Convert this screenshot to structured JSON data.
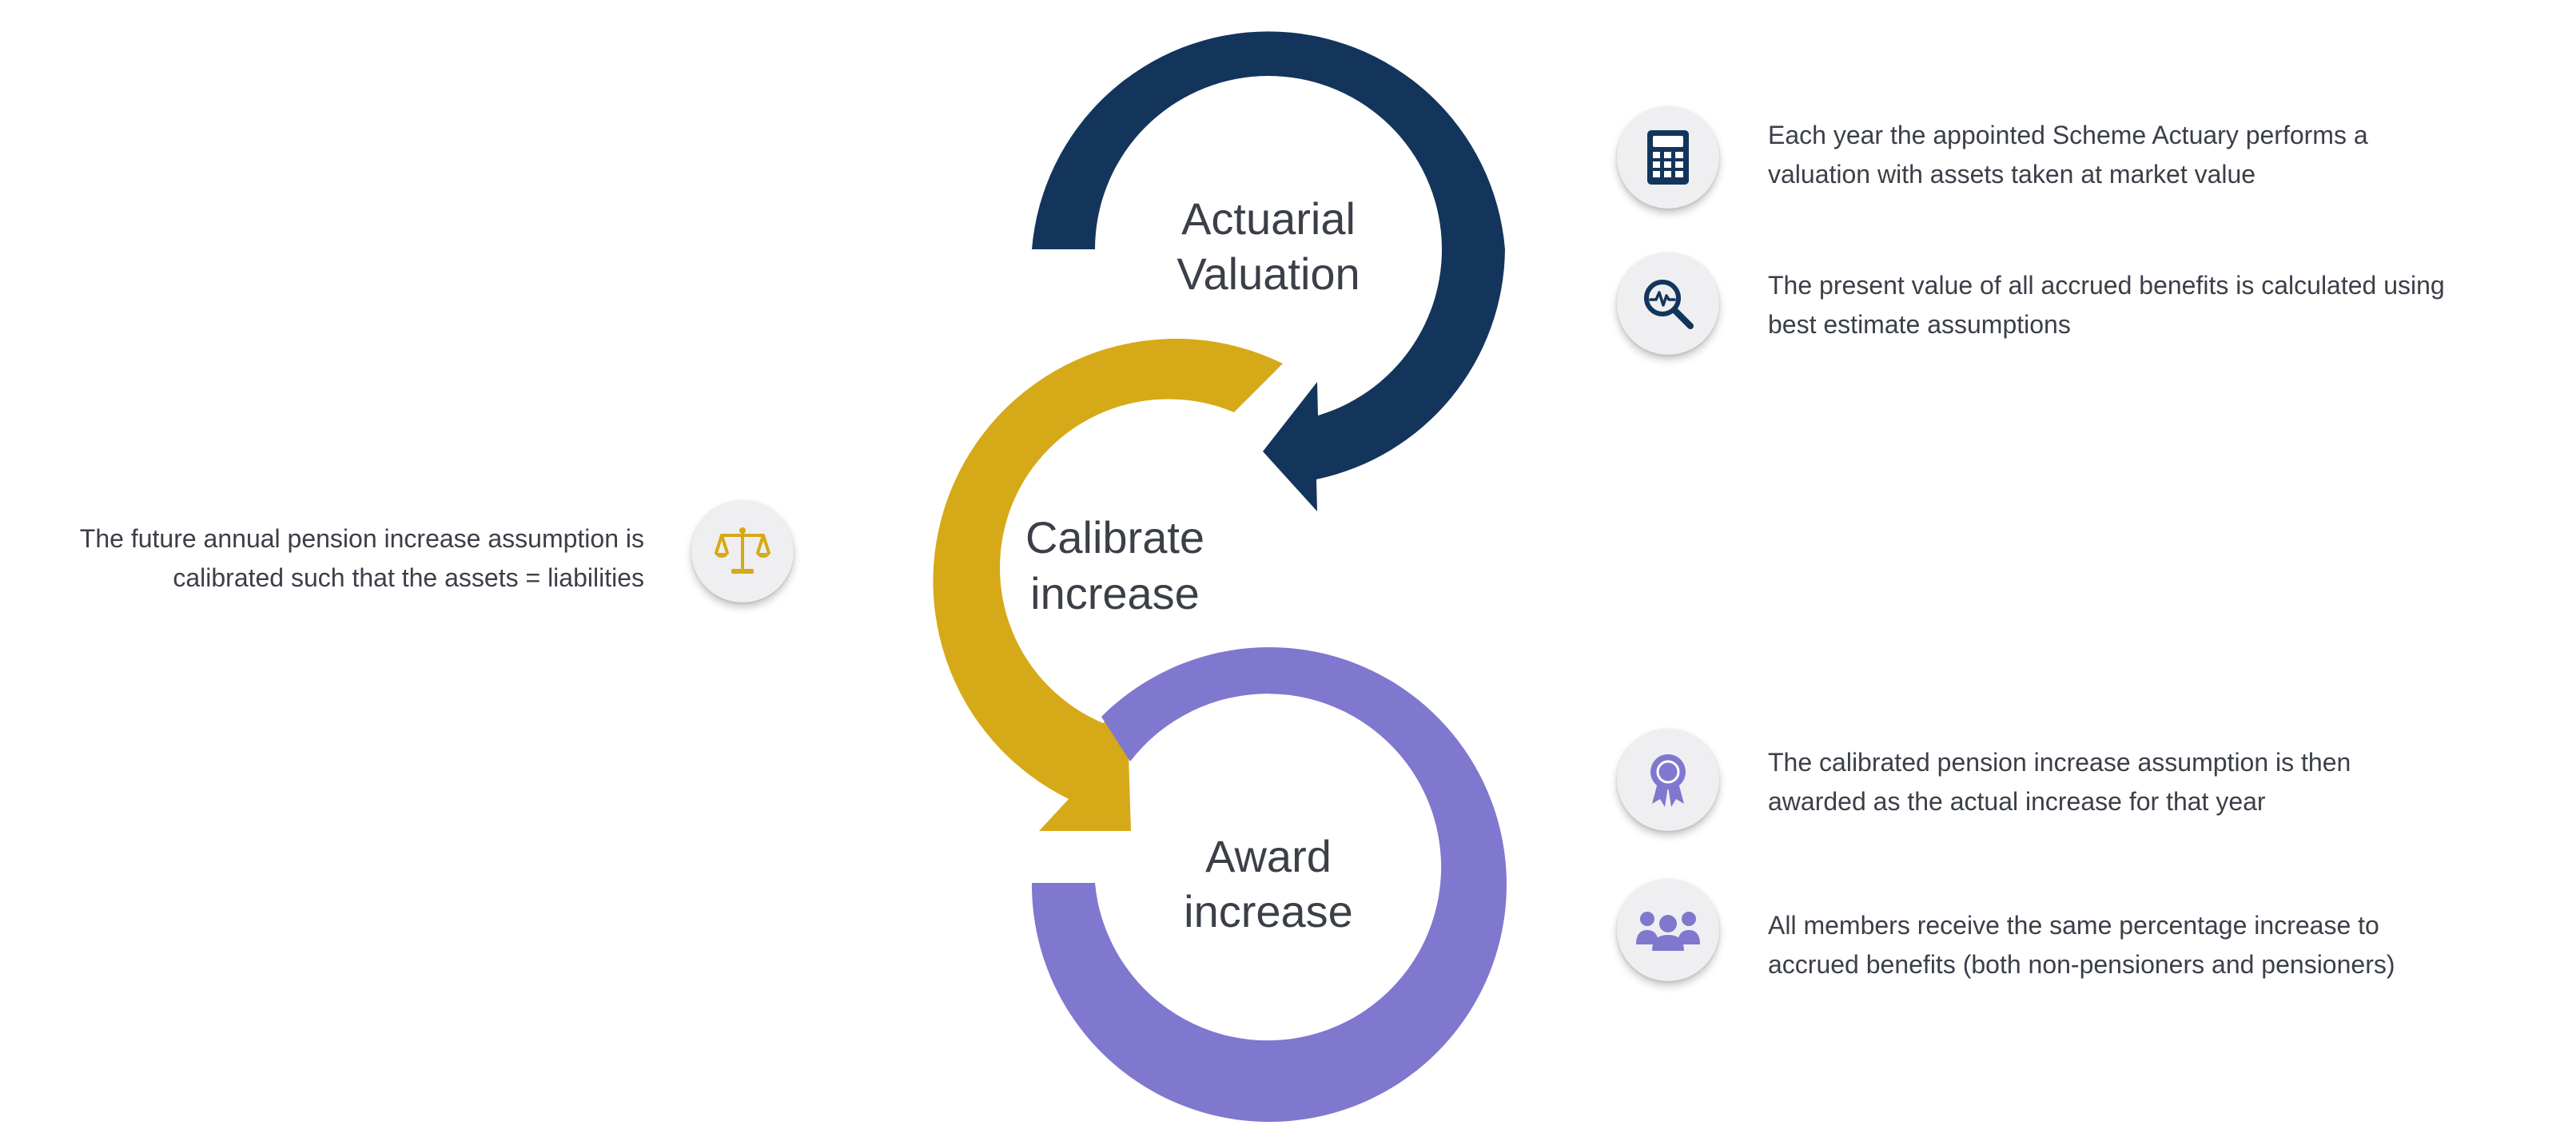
{
  "stages": [
    {
      "id": "actuarial",
      "line1": "Actuarial",
      "line2": "Valuation",
      "color": "#13355b"
    },
    {
      "id": "calibrate",
      "line1": "Calibrate",
      "line2": "increase",
      "color": "#d6a918"
    },
    {
      "id": "award",
      "line1": "Award",
      "line2": "increase",
      "color": "#8077cf"
    }
  ],
  "descriptions": {
    "valuation_market": {
      "icon": "calculator-icon",
      "line1": "Each year the appointed Scheme Actuary performs a",
      "line2": "valuation with assets taken at market value"
    },
    "present_value": {
      "icon": "magnifier-chart-icon",
      "line1": "The present value of all accrued benefits is calculated using",
      "line2": "best estimate assumptions"
    },
    "calibrate": {
      "icon": "scales-icon",
      "line1": "The future annual pension increase assumption is",
      "line2": "calibrated such that the assets = liabilities"
    },
    "award": {
      "icon": "award-ribbon-icon",
      "line1": "The calibrated pension increase assumption is then",
      "line2": "awarded as the actual increase for that year"
    },
    "members": {
      "icon": "group-people-icon",
      "line1": "All members receive the same percentage increase to",
      "line2": "accrued benefits (both non-pensioners and pensioners)"
    }
  },
  "colors": {
    "navy": "#13355b",
    "gold": "#d6a918",
    "purple": "#8077cf",
    "text": "#3b3f48",
    "badge": "#efeff2"
  }
}
